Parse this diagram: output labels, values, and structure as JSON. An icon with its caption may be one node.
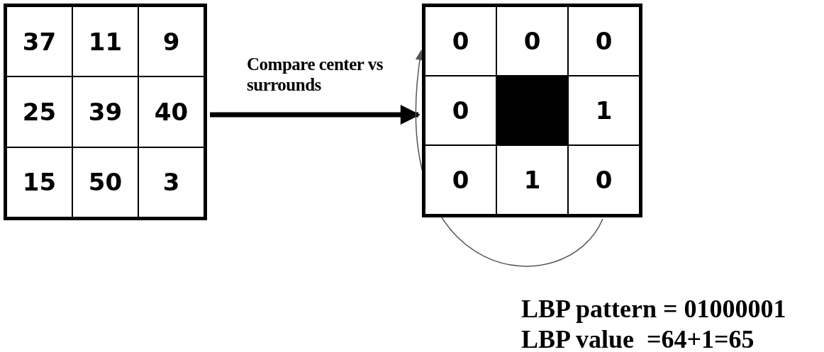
{
  "diagram": {
    "nodes": [
      {
        "text": [
          "37",
          "11",
          "9",
          "25",
          "39",
          "40",
          "15",
          "50",
          "3"
        ]
      },
      {
        "text": [
          "0",
          "0",
          "0",
          "0",
          "1",
          "0",
          "1",
          "0"
        ]
      }
    ],
    "edges": [
      {
        "from": 0,
        "to": 1,
        "arrow": "to",
        "label": "Compare center vs surrounds",
        "style": "thick"
      },
      {
        "from": 1,
        "to": 1,
        "arrow": "to"
      }
    ],
    "labels": [
      "LBP pattern = 01000001",
      "LBP value  =64+1=65"
    ]
  }
}
